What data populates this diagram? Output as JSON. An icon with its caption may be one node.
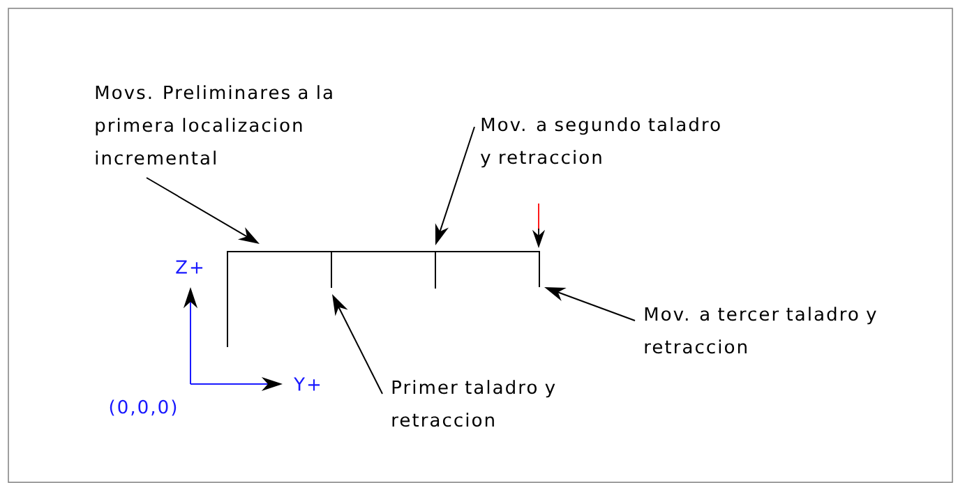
{
  "diagram": {
    "nodes": [
      {
        "text": [
          "Movs. Preliminares a la primera localizacion incremental"
        ]
      },
      {
        "text": [
          "Mov. a segundo taladro y retraccion"
        ]
      },
      {
        "text": [
          "Mov. a tercer taladro y retraccion"
        ]
      },
      {
        "text": [
          "Primer taladro y retraccion"
        ]
      }
    ],
    "edges": [
      {
        "from": 0,
        "to": null,
        "arrow": "to"
      },
      {
        "from": 1,
        "to": null,
        "arrow": "to"
      },
      {
        "from": 3,
        "to": null,
        "arrow": "to"
      },
      {
        "from": 2,
        "to": null,
        "arrow": "to"
      }
    ],
    "labels": [
      "Z+",
      "Y+",
      "(0,0,0)"
    ]
  }
}
